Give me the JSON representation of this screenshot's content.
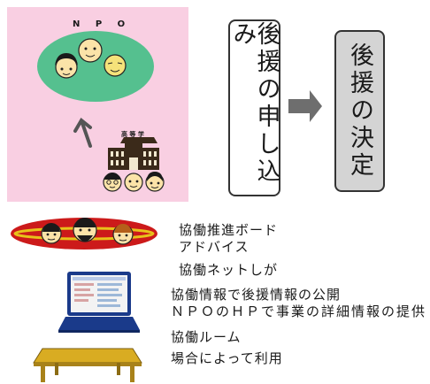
{
  "diagram": {
    "npo_label": "N P O",
    "school_sign": "高 等 学",
    "apply_box": "後援の申し込み",
    "decide_box": "後援の決定",
    "items": [
      "協働推進ボード",
      "アドバイス",
      "協働ネットしが",
      "協働情報で後援情報の公開",
      "ＮＰＯのＨＰで事業の詳細情報の提供",
      "協働ルーム",
      "場合によって利用"
    ]
  },
  "colors": {
    "pink_panel": "#f9cfe2",
    "npo_ellipse": "#55c08f",
    "board_ellipse": "#cc1a1a",
    "board_stripe": "#e8c21a",
    "arrow_gray": "#6e6e6e",
    "decide_box_fill": "#d4d4d4",
    "table_fill": "#d9ac22"
  }
}
